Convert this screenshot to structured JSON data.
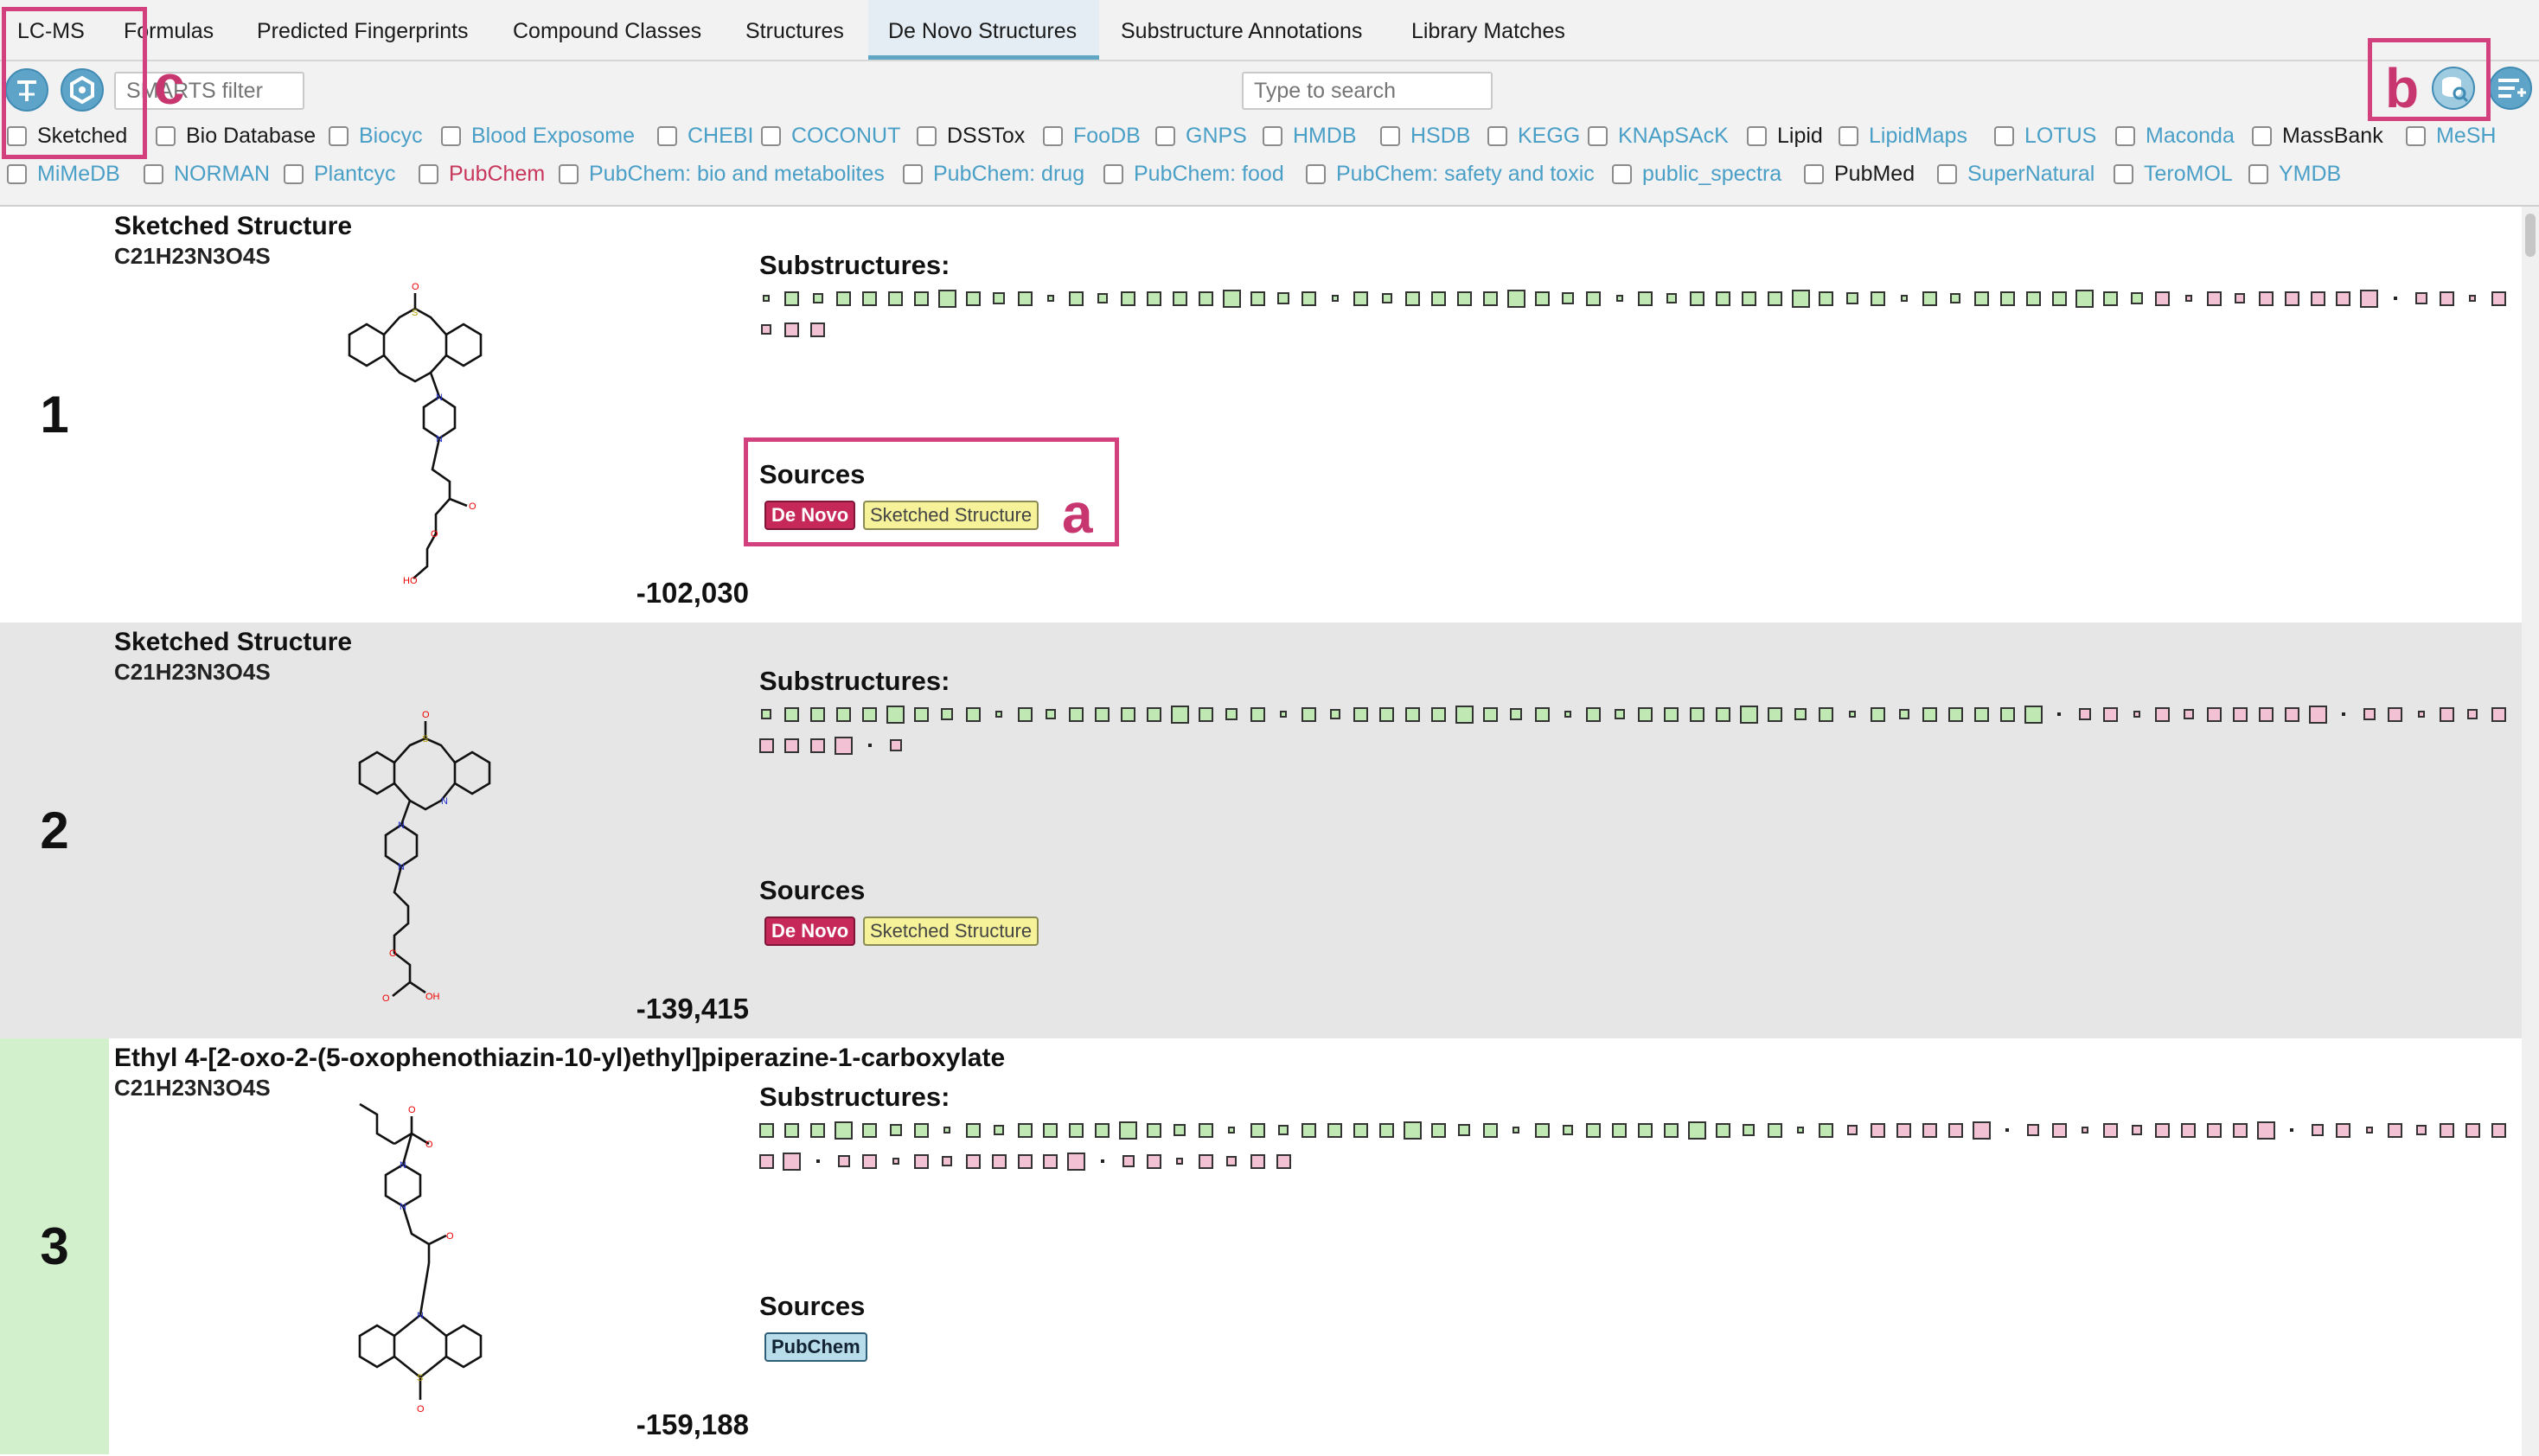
{
  "tabs": [
    {
      "label": "LC-MS"
    },
    {
      "label": "Formulas"
    },
    {
      "label": "Predicted Fingerprints"
    },
    {
      "label": "Compound Classes"
    },
    {
      "label": "Structures"
    },
    {
      "label": "De Novo Structures"
    },
    {
      "label": "Substructure Annotations"
    },
    {
      "label": "Library Matches"
    }
  ],
  "active_tab": "De Novo Structures",
  "toolbar": {
    "smarts_placeholder": "SMARTS filter",
    "search_placeholder": "Type to search"
  },
  "databases": [
    {
      "label": "Sketched",
      "color": "#1a1a1a"
    },
    {
      "label": "Bio Database",
      "color": "#1a1a1a"
    },
    {
      "label": "Biocyc",
      "color": "#4a9fc7"
    },
    {
      "label": "Blood Exposome",
      "color": "#4a9fc7"
    },
    {
      "label": "CHEBI",
      "color": "#4a9fc7"
    },
    {
      "label": "COCONUT",
      "color": "#4a9fc7"
    },
    {
      "label": "DSSTox",
      "color": "#1a1a1a"
    },
    {
      "label": "FooDB",
      "color": "#4a9fc7"
    },
    {
      "label": "GNPS",
      "color": "#4a9fc7"
    },
    {
      "label": "HMDB",
      "color": "#4a9fc7"
    },
    {
      "label": "HSDB",
      "color": "#4a9fc7"
    },
    {
      "label": "KEGG",
      "color": "#4a9fc7"
    },
    {
      "label": "KNApSAcK",
      "color": "#4a9fc7"
    },
    {
      "label": "Lipid",
      "color": "#1a1a1a"
    },
    {
      "label": "LipidMaps",
      "color": "#4a9fc7"
    },
    {
      "label": "LOTUS",
      "color": "#4a9fc7"
    },
    {
      "label": "Maconda",
      "color": "#4a9fc7"
    },
    {
      "label": "MassBank",
      "color": "#1a1a1a"
    },
    {
      "label": "MeSH",
      "color": "#4a9fc7"
    },
    {
      "label": "MiMeDB",
      "color": "#4a9fc7"
    },
    {
      "label": "NORMAN",
      "color": "#4a9fc7"
    },
    {
      "label": "Plantcyc",
      "color": "#4a9fc7"
    },
    {
      "label": "PubChem",
      "color": "#c8365c"
    },
    {
      "label": "PubChem: bio and metabolites",
      "color": "#4a9fc7"
    },
    {
      "label": "PubChem: drug",
      "color": "#4a9fc7"
    },
    {
      "label": "PubChem: food",
      "color": "#4a9fc7"
    },
    {
      "label": "PubChem: safety and toxic",
      "color": "#4a9fc7"
    },
    {
      "label": "public_spectra",
      "color": "#4a9fc7"
    },
    {
      "label": "PubMed",
      "color": "#1a1a1a"
    },
    {
      "label": "SuperNatural",
      "color": "#4a9fc7"
    },
    {
      "label": "TeroMOL",
      "color": "#4a9fc7"
    },
    {
      "label": "YMDB",
      "color": "#4a9fc7"
    }
  ],
  "section_labels": {
    "substructures": "Substructures:",
    "sources": "Sources"
  },
  "candidates": [
    {
      "rank": "1",
      "name": "Sketched Structure",
      "formula": "C21H23N3O4S",
      "score": "-102,030",
      "sources": [
        {
          "label": "De Novo",
          "type": "denovo"
        },
        {
          "label": "Sketched Structure",
          "type": "sketch"
        }
      ]
    },
    {
      "rank": "2",
      "name": "Sketched Structure",
      "formula": "C21H23N3O4S",
      "score": "-139,415",
      "sources": [
        {
          "label": "De Novo",
          "type": "denovo"
        },
        {
          "label": "Sketched Structure",
          "type": "sketch"
        }
      ]
    },
    {
      "rank": "3",
      "name": "Ethyl 4-[2-oxo-2-(5-oxophenothiazin-10-yl)ethyl]piperazine-1-carboxylate",
      "formula": "C21H23N3O4S",
      "score": "-159,188",
      "sources": [
        {
          "label": "PubChem",
          "type": "pubchem"
        }
      ]
    }
  ],
  "annotations": [
    "a",
    "b",
    "c"
  ],
  "colors": {
    "accent": "#5fa6c4",
    "annotation": "#d2417d",
    "denovo": "#c6285a",
    "sketch": "#f6f29a",
    "pubchem": "#b9dceb",
    "row_alt": "#e6e6e6",
    "row_highlight": "#d3f0cc",
    "present_substructure": "#bfe8b2",
    "absent_substructure": "#f2c1d3"
  }
}
